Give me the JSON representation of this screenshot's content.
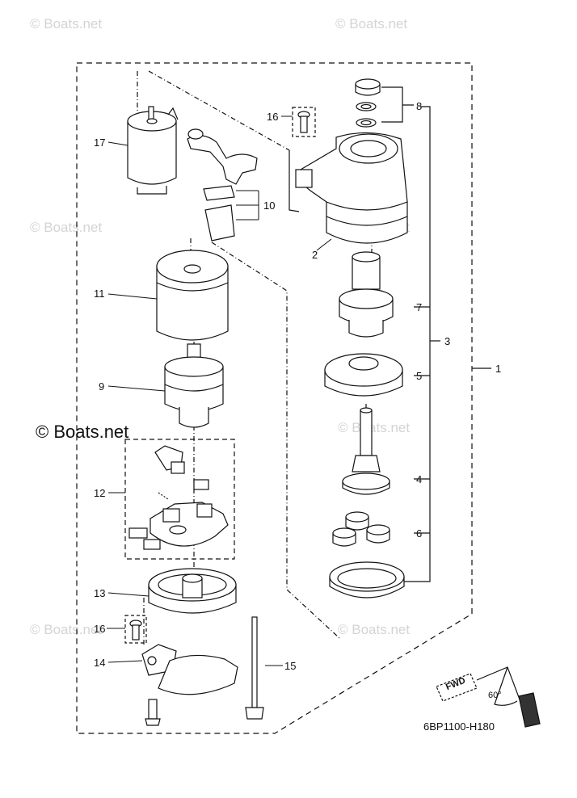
{
  "watermark": "© Boats.net",
  "diagram_code": "6BP1100-H180",
  "fwd_label": "FWD",
  "angle_label": "60°",
  "callouts": [
    "1",
    "2",
    "3",
    "4",
    "5",
    "6",
    "7",
    "8",
    "9",
    "10",
    "11",
    "12",
    "13",
    "14",
    "15",
    "16",
    "16",
    "17"
  ]
}
